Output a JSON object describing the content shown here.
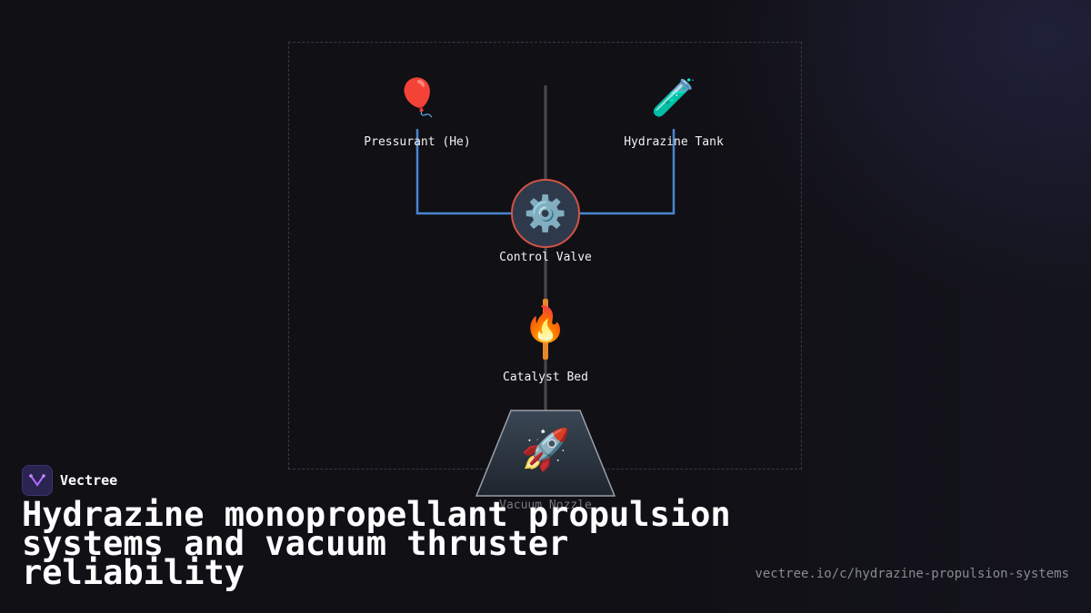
{
  "diagram": {
    "nodes": {
      "pressurant": {
        "label": "Pressurant (He)",
        "icon": "balloon-icon",
        "glyph": "🎈"
      },
      "tank": {
        "label": "Hydrazine Tank",
        "icon": "test-tube-icon",
        "glyph": "🧪"
      },
      "valve": {
        "label": "Control Valve",
        "icon": "gear-icon",
        "glyph": "⚙️"
      },
      "catalyst": {
        "label": "Catalyst Bed",
        "icon": "fire-icon",
        "glyph": "🔥"
      },
      "nozzle": {
        "label": "Vacuum Nozzle",
        "icon": "rocket-icon",
        "glyph": "🚀"
      }
    },
    "colors": {
      "feed_line": "#4a86d0",
      "spine_line": "#4a4a4a",
      "valve_border": "#d25345",
      "valve_fill": "#2e3a4c",
      "catalyst_bar": "#e8862a",
      "nozzle_stroke": "#9aa0a8"
    }
  },
  "brand": {
    "name": "Vectree",
    "logo_icon": "vectree-logo-icon",
    "logo_color": "#b36bff"
  },
  "headline": "Hydrazine monopropellant propulsion systems and vacuum thruster reliability",
  "url": "vectree.io/c/hydrazine-propulsion-systems"
}
